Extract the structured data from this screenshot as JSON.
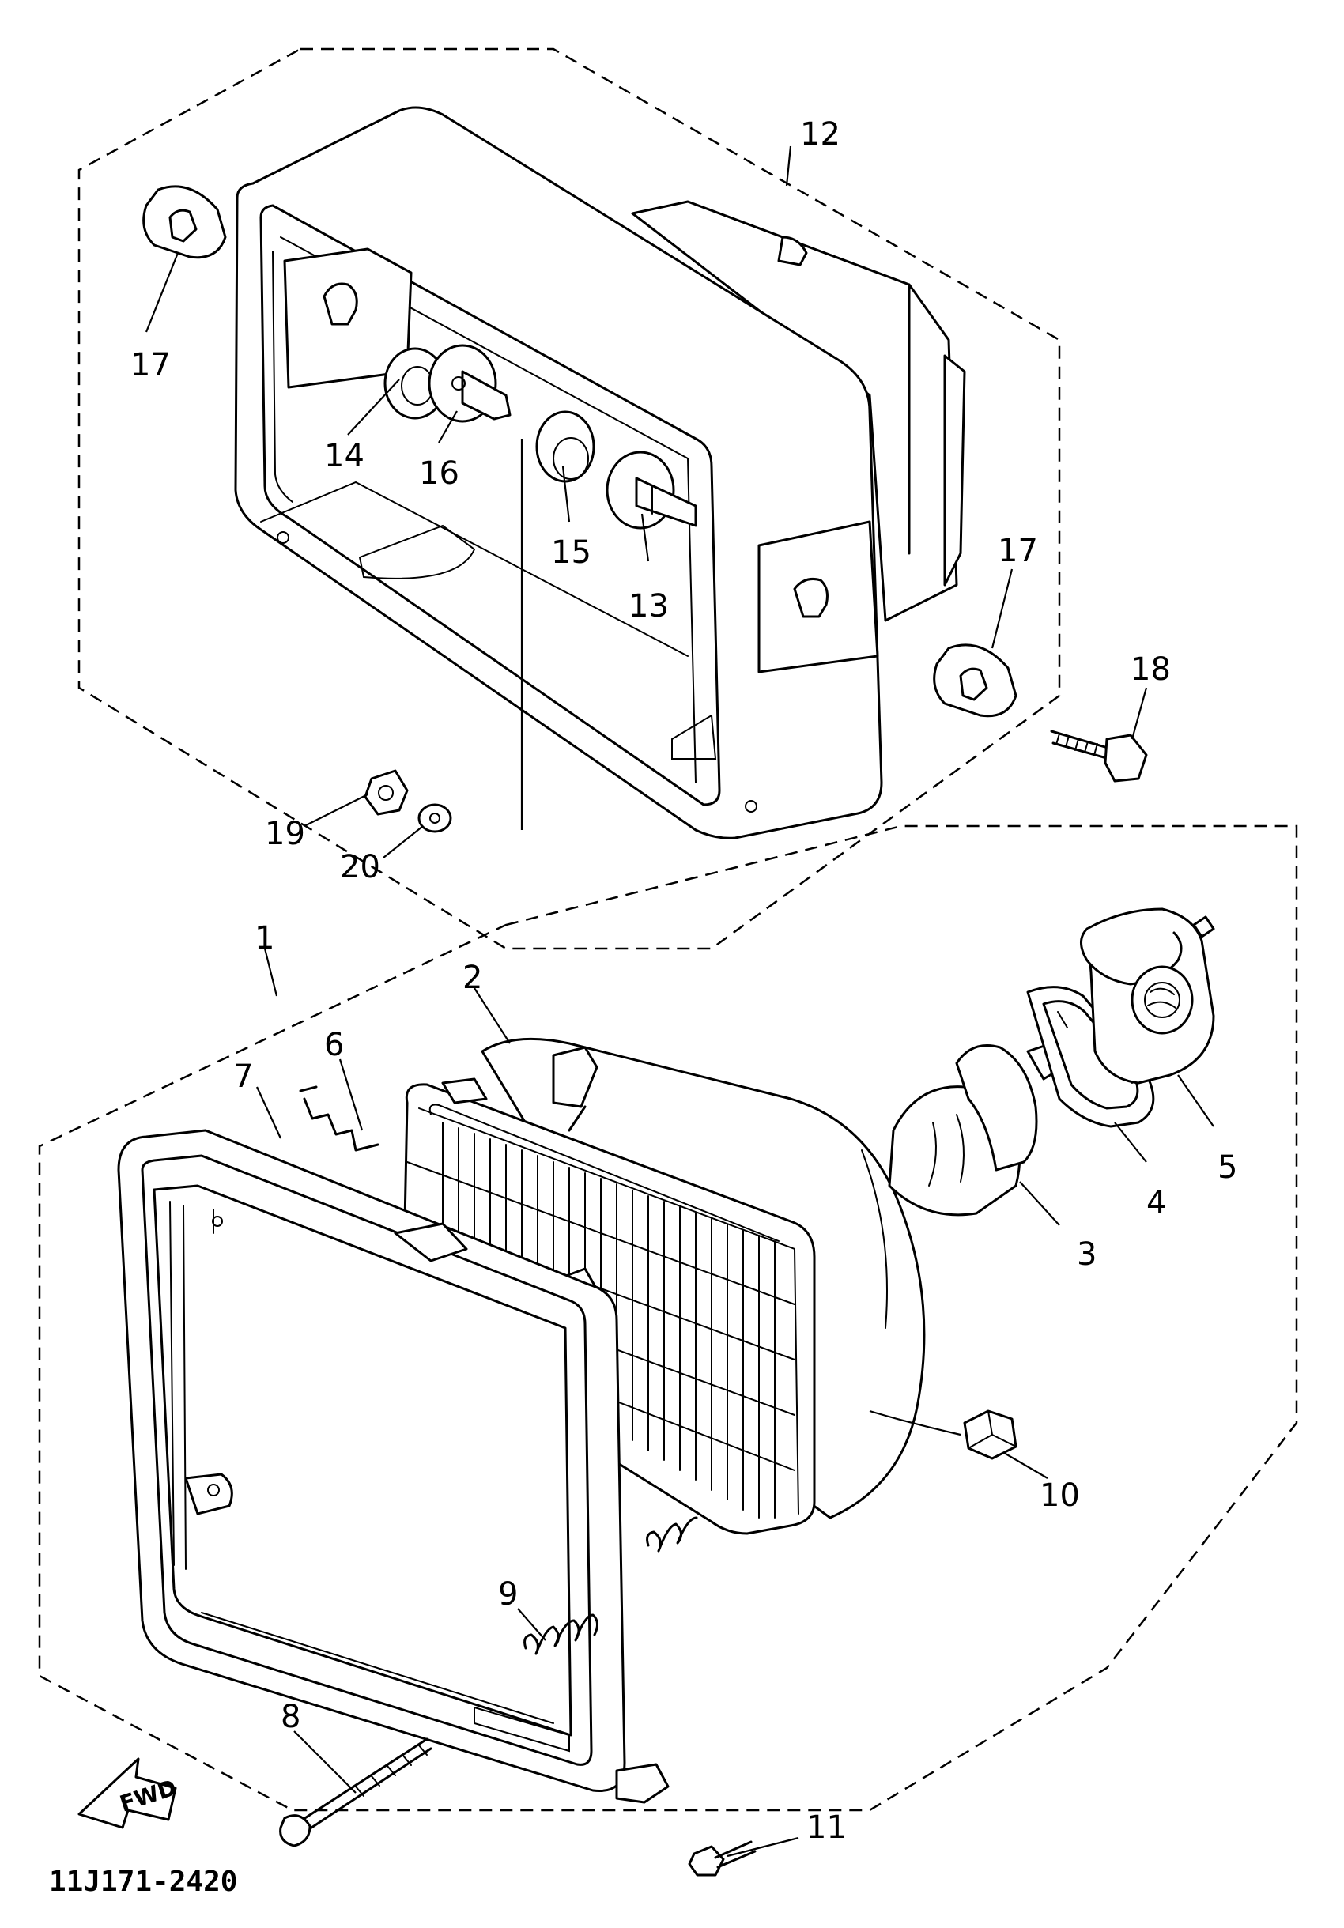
{
  "diagram": {
    "code": "11J171-2420",
    "forward_label": "FWD",
    "callouts": [
      {
        "id": "c1",
        "label": "1"
      },
      {
        "id": "c2",
        "label": "2"
      },
      {
        "id": "c3",
        "label": "3"
      },
      {
        "id": "c4",
        "label": "4"
      },
      {
        "id": "c5",
        "label": "5"
      },
      {
        "id": "c6",
        "label": "6"
      },
      {
        "id": "c7",
        "label": "7"
      },
      {
        "id": "c8",
        "label": "8"
      },
      {
        "id": "c9",
        "label": "9"
      },
      {
        "id": "c10",
        "label": "10"
      },
      {
        "id": "c11",
        "label": "11"
      },
      {
        "id": "c12",
        "label": "12"
      },
      {
        "id": "c13",
        "label": "13"
      },
      {
        "id": "c14",
        "label": "14"
      },
      {
        "id": "c15",
        "label": "15"
      },
      {
        "id": "c16",
        "label": "16"
      },
      {
        "id": "c17a",
        "label": "17"
      },
      {
        "id": "c17b",
        "label": "17"
      },
      {
        "id": "c18",
        "label": "18"
      },
      {
        "id": "c19",
        "label": "19"
      },
      {
        "id": "c20",
        "label": "20"
      }
    ]
  }
}
